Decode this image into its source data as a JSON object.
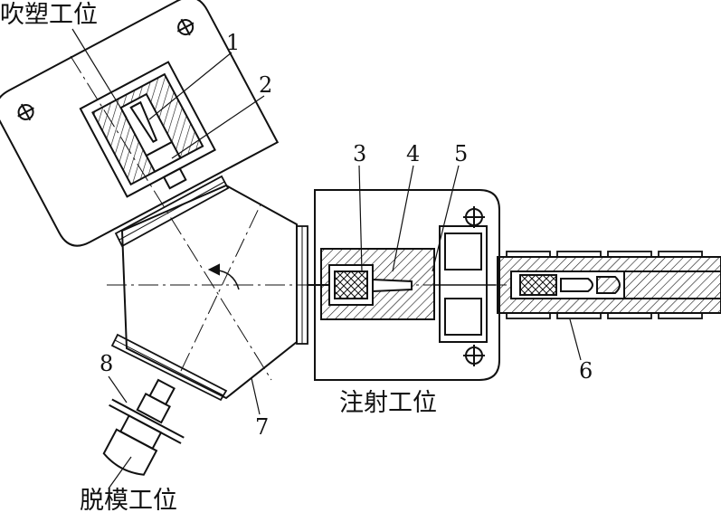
{
  "stations": {
    "blow_molding": "吹塑工位",
    "injection": "注射工位",
    "demolding": "脱模工位"
  },
  "part_numbers": [
    "1",
    "2",
    "3",
    "4",
    "5",
    "6",
    "7",
    "8"
  ],
  "colors": {
    "line": "#111111",
    "background": "#ffffff"
  }
}
